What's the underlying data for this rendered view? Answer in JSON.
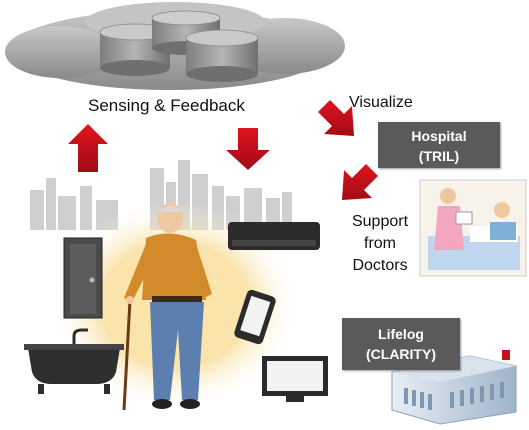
{
  "labels": {
    "sensing_feedback": "Sensing & Feedback",
    "visualize": "Visualize",
    "support_line1": "Support",
    "support_line2": "from",
    "support_line3": "Doctors"
  },
  "hospital": {
    "name": "Hospital",
    "code": "(TRIL)"
  },
  "lifelog": {
    "name": "Lifelog",
    "code": "(CLARITY)"
  },
  "colors": {
    "arrow_red": "#c8101a",
    "label_box": "#5a5a5a",
    "cloud": "#9a9a9a",
    "glow": "#f7d98a"
  }
}
